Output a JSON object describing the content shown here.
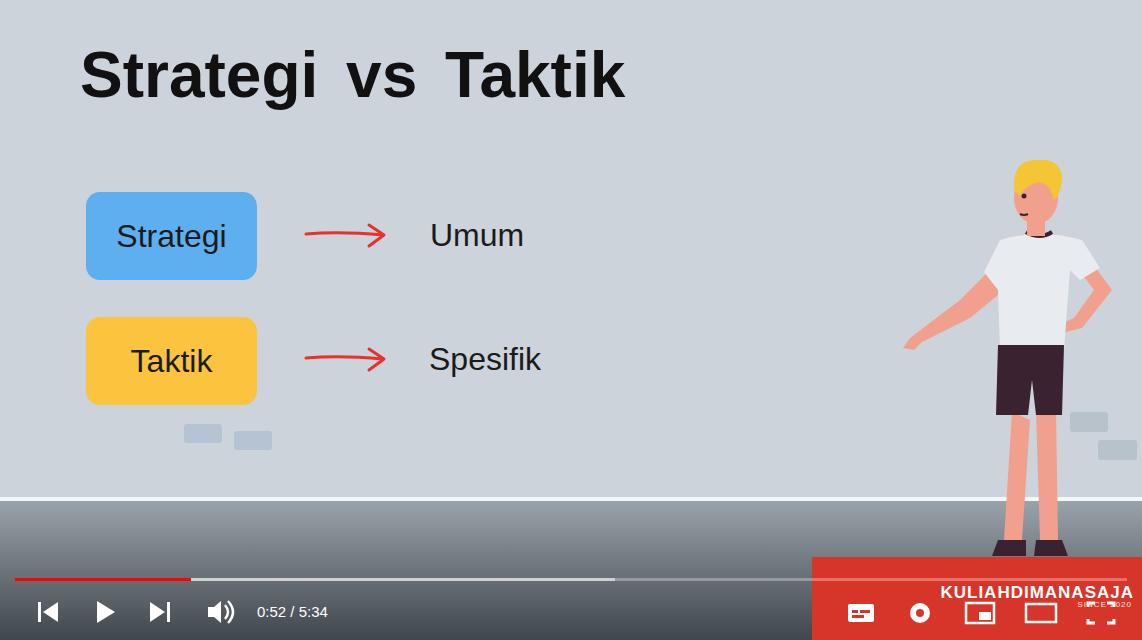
{
  "diagram": {
    "title": "Strategi vs Taktik",
    "nodes": [
      {
        "text": [
          "Strategi"
        ]
      },
      {
        "text": [
          "Taktik"
        ]
      }
    ],
    "labels": [
      "Umum",
      "Spesifik",
      "0:52 / 5:34",
      "KULIAHDIMANASAJA",
      "SINCE 2020"
    ]
  }
}
